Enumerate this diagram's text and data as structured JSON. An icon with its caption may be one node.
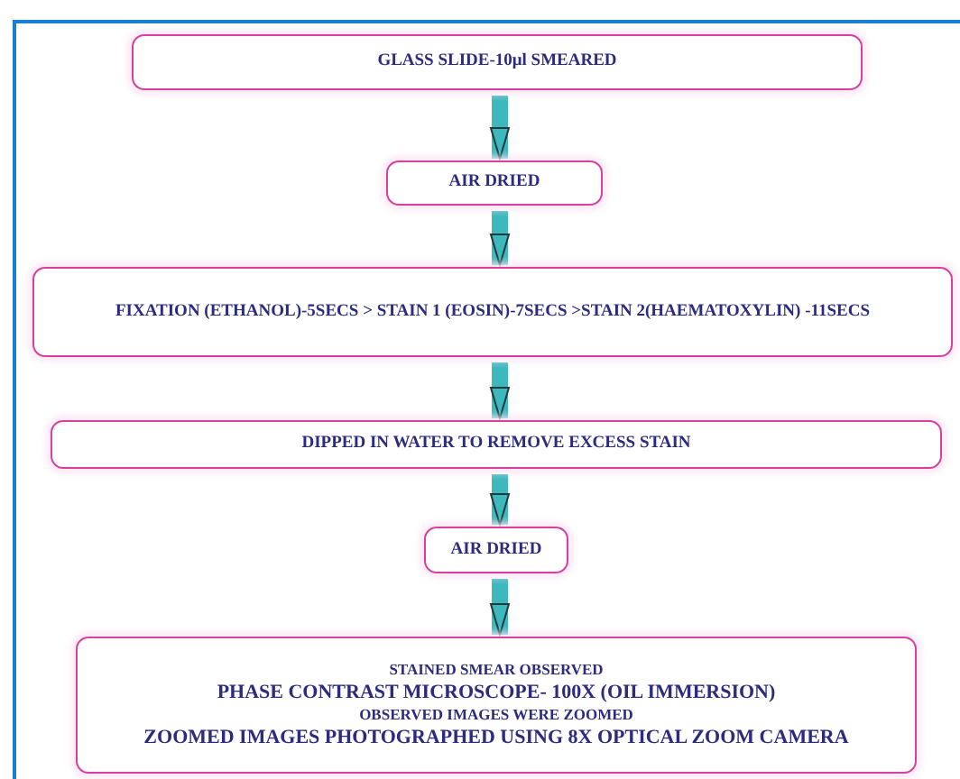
{
  "diagram": {
    "nodes": [
      {
        "text": [
          "GLASS SLIDE-10μl SMEARED"
        ]
      },
      {
        "text": [
          "AIR DRIED"
        ]
      },
      {
        "text": [
          "FIXATION (ETHANOL)-5SECS > STAIN 1 (EOSIN)-7SECS >STAIN 2(HAEMATOXYLIN) -11SECS"
        ]
      },
      {
        "text": [
          "DIPPED IN WATER TO REMOVE EXCESS STAIN"
        ]
      },
      {
        "text": [
          "AIR DRIED"
        ]
      },
      {
        "text": [
          "STAINED SMEAR OBSERVED",
          "PHASE CONTRAST MICROSCOPE- 100X (OIL IMMERSION)",
          "OBSERVED IMAGES WERE ZOOMED",
          "ZOOMED IMAGES PHOTOGRAPHED USING 8X OPTICAL ZOOM CAMERA"
        ]
      }
    ],
    "edges": [
      {
        "from": 0,
        "to": 1,
        "arrow": "to"
      },
      {
        "from": 1,
        "to": 2,
        "arrow": "to"
      },
      {
        "from": 2,
        "to": 3,
        "arrow": "to"
      },
      {
        "from": 3,
        "to": 4,
        "arrow": "to"
      },
      {
        "from": 4,
        "to": 5,
        "arrow": "to"
      }
    ]
  }
}
